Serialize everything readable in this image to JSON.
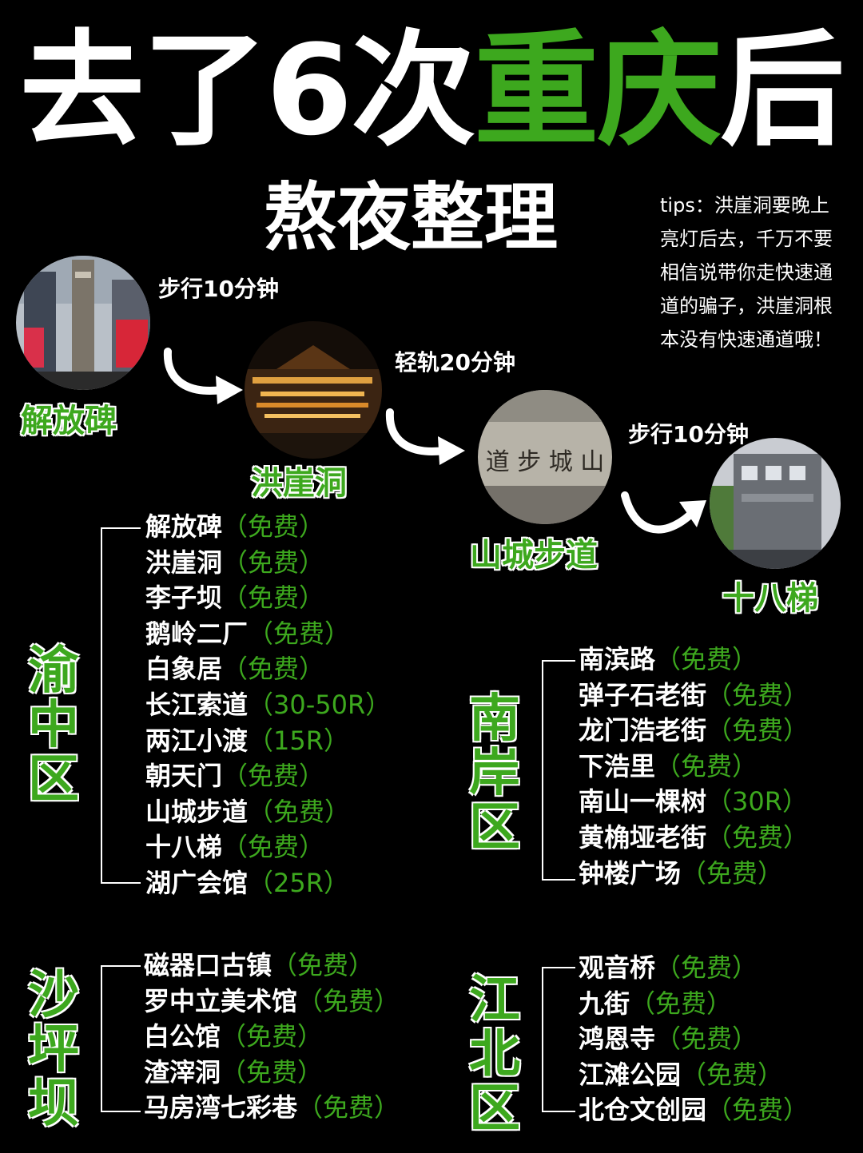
{
  "title": {
    "part1": "去了6次",
    "highlight": "重庆",
    "part2": "后"
  },
  "subtitle": "熬夜整理",
  "tips": "tips：洪崖洞要晚上亮灯后去，千万不要相信说带你走快速通道的骗子，洪崖洞根本没有快速通道哦！",
  "route": {
    "stops": [
      {
        "name": "解放碑"
      },
      {
        "name": "洪崖洞"
      },
      {
        "name": "山城步道"
      },
      {
        "name": "十八梯"
      }
    ],
    "legs": [
      {
        "label": "步行10分钟"
      },
      {
        "label": "轻轨20分钟"
      },
      {
        "label": "步行10分钟"
      }
    ]
  },
  "districts": {
    "yuzhong": {
      "name": "渝中区",
      "items": [
        {
          "name": "解放碑",
          "price": "（免费）"
        },
        {
          "name": "洪崖洞",
          "price": "（免费）"
        },
        {
          "name": "李子坝",
          "price": "（免费）"
        },
        {
          "name": "鹅岭二厂",
          "price": "（免费）"
        },
        {
          "name": "白象居",
          "price": "（免费）"
        },
        {
          "name": "长江索道",
          "price": "（30-50R）"
        },
        {
          "name": "两江小渡",
          "price": "（15R）"
        },
        {
          "name": "朝天门",
          "price": "（免费）"
        },
        {
          "name": "山城步道",
          "price": "（免费）"
        },
        {
          "name": "十八梯",
          "price": "（免费）"
        },
        {
          "name": "湖广会馆",
          "price": "（25R）"
        }
      ]
    },
    "nanan": {
      "name": "南岸区",
      "items": [
        {
          "name": "南滨路",
          "price": "（免费）"
        },
        {
          "name": "弹子石老街",
          "price": "（免费）"
        },
        {
          "name": "龙门浩老街",
          "price": "（免费）"
        },
        {
          "name": "下浩里",
          "price": "（免费）"
        },
        {
          "name": "南山一棵树",
          "price": "（30R）"
        },
        {
          "name": "黄桷垭老街",
          "price": "（免费）"
        },
        {
          "name": "钟楼广场",
          "price": "（免费）"
        }
      ]
    },
    "shapingba": {
      "name": "沙坪坝",
      "items": [
        {
          "name": "磁器口古镇",
          "price": "（免费）"
        },
        {
          "name": "罗中立美术馆",
          "price": "（免费）"
        },
        {
          "name": "白公馆",
          "price": "（免费）"
        },
        {
          "name": "渣滓洞",
          "price": "（免费）"
        },
        {
          "name": "马房湾七彩巷",
          "price": "（免费）"
        }
      ]
    },
    "jiangbei": {
      "name": "江北区",
      "items": [
        {
          "name": "观音桥",
          "price": "（免费）"
        },
        {
          "name": "九街",
          "price": "（免费）"
        },
        {
          "name": "鸿恩寺",
          "price": "（免费）"
        },
        {
          "name": "江滩公园",
          "price": "（免费）"
        },
        {
          "name": "北仓文创园",
          "price": "（免费）"
        }
      ]
    }
  },
  "colors": {
    "accent": "#3da81e",
    "background": "#000000",
    "text": "#ffffff"
  }
}
